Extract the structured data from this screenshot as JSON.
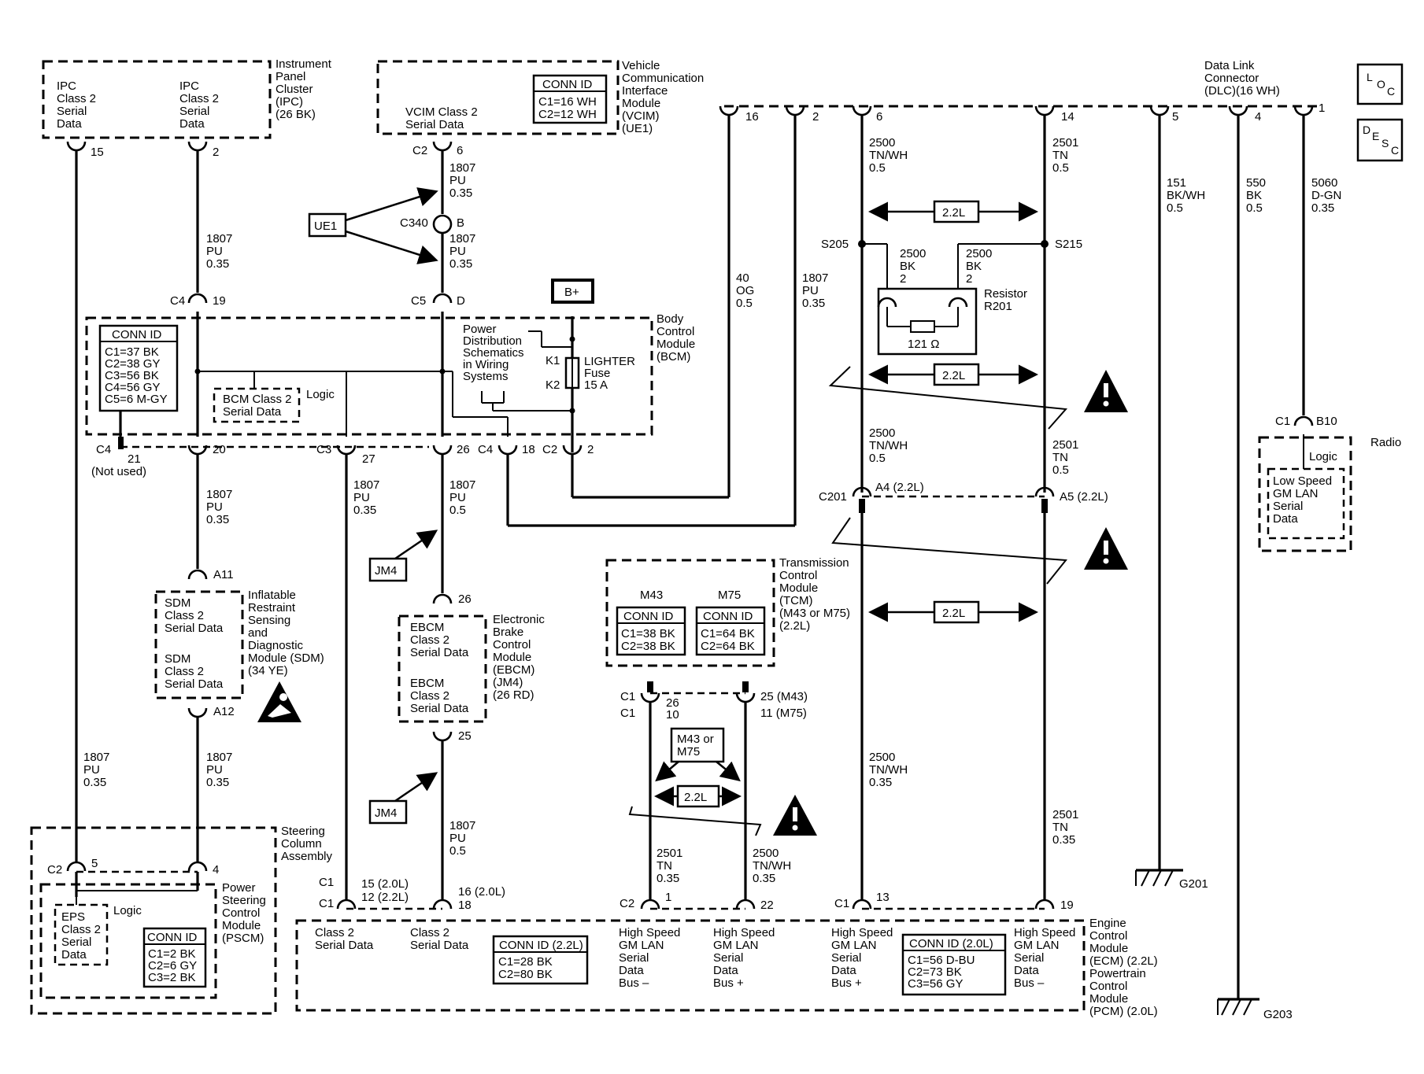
{
  "modules": {
    "ipc": {
      "name": [
        "Instrument",
        "Panel",
        "Cluster",
        "(IPC)",
        "(26 BK)"
      ],
      "left_signal": [
        "IPC",
        "Class 2",
        "Serial",
        "Data"
      ],
      "right_signal": [
        "IPC",
        "Class 2",
        "Serial",
        "Data"
      ]
    },
    "vcim": {
      "name": [
        "Vehicle",
        "Communication",
        "Interface",
        "Module",
        "(VCIM)",
        "(UE1)"
      ],
      "signal": [
        "VCIM Class 2",
        "Serial Data"
      ],
      "conn_id_title": "CONN ID",
      "conn_id": [
        "C1=16 WH",
        "C2=12 WH"
      ]
    },
    "dlc": {
      "name": [
        "Data Link",
        "Connector",
        "(DLC)(16 WH)"
      ]
    },
    "bcm": {
      "name": [
        "Body",
        "Control",
        "Module",
        "(BCM)"
      ],
      "conn_id_title": "CONN ID",
      "conn_id": [
        "C1=37 BK",
        "C2=38 GY",
        "C3=56 BK",
        "C4=56 GY",
        "C5=6 M-GY"
      ],
      "signal": [
        "BCM Class 2",
        "Serial Data"
      ],
      "logic": "Logic",
      "power_note": [
        "Power",
        "Distribution",
        "Schematics",
        "in Wiring",
        "Systems"
      ],
      "k1": "K1",
      "k2": "K2",
      "fuse": [
        "LIGHTER",
        "Fuse",
        "15 A"
      ],
      "bplus": "B+"
    },
    "sdm": {
      "name": [
        "Inflatable",
        "Restraint",
        "Sensing",
        "and",
        "Diagnostic",
        "Module (SDM)",
        "(34 YE)"
      ],
      "sig1": [
        "SDM",
        "Class 2",
        "Serial Data"
      ],
      "sig2": [
        "SDM",
        "Class 2",
        "Serial Data"
      ]
    },
    "ebcm": {
      "name": [
        "Electronic",
        "Brake",
        "Control",
        "Module",
        "(EBCM)",
        "(JM4)",
        "(26 RD)"
      ],
      "sig1": [
        "EBCM",
        "Class 2",
        "Serial Data"
      ],
      "sig2": [
        "EBCM",
        "Class 2",
        "Serial Data"
      ]
    },
    "tcm": {
      "name": [
        "Transmission",
        "Control",
        "Module",
        "(TCM)",
        "(M43 or M75)",
        "(2.2L)"
      ],
      "m43": "M43",
      "m75": "M75",
      "conn_id_title": "CONN ID",
      "m43_conn": [
        "C1=38 BK",
        "C2=38 BK"
      ],
      "m75_conn": [
        "C1=64 BK",
        "C2=64 BK"
      ],
      "option_note": [
        "M43 or",
        "M75"
      ]
    },
    "steering": {
      "name": [
        "Steering",
        "Column",
        "Assembly"
      ]
    },
    "pscm": {
      "name": [
        "Power",
        "Steering",
        "Control",
        "Module",
        "(PSCM)"
      ],
      "signal": [
        "EPS",
        "Class 2",
        "Serial",
        "Data"
      ],
      "logic": "Logic",
      "conn_id_title": "CONN ID",
      "conn_id": [
        "C1=2 BK",
        "C2=6 GY",
        "C3=2 BK"
      ]
    },
    "ecm": {
      "name": [
        "Engine",
        "Control",
        "Module",
        "(ECM) (2.2L)",
        "Powertrain",
        "Control",
        "Module",
        "(PCM) (2.0L)"
      ],
      "cls2a": [
        "Class 2",
        "Serial Data"
      ],
      "cls2b": [
        "Class 2",
        "Serial Data"
      ],
      "conn22_title": "CONN ID (2.2L)",
      "conn22": [
        "C1=28 BK",
        "C2=80 BK"
      ],
      "lan1": [
        "High Speed",
        "GM LAN",
        "Serial",
        "Data",
        "Bus –"
      ],
      "lan2": [
        "High Speed",
        "GM LAN",
        "Serial",
        "Data",
        "Bus +"
      ],
      "lan3": [
        "High Speed",
        "GM LAN",
        "Serial",
        "Data",
        "Bus +"
      ],
      "lan4": [
        "High Speed",
        "GM LAN",
        "Serial",
        "Data",
        "Bus –"
      ],
      "conn20_title": "CONN ID (2.0L)",
      "conn20": [
        "C1=56 D-BU",
        "C2=73 BK",
        "C3=56 GY"
      ]
    },
    "radio": {
      "name": "Radio",
      "logic": "Logic",
      "signal": [
        "Low Speed",
        "GM LAN",
        "Serial",
        "Data"
      ]
    },
    "resistor": {
      "name": [
        "Resistor",
        "R201"
      ],
      "value": "121 Ω"
    }
  },
  "wires": {
    "w1807_ipc": [
      "1807",
      "PU",
      "0.35"
    ],
    "w1807_vcim_a": [
      "1807",
      "PU",
      "0.35"
    ],
    "w1807_vcim_b": [
      "1807",
      "PU",
      "0.35"
    ],
    "w40": [
      "40",
      "OG",
      "0.5"
    ],
    "w1807_dlc2": [
      "1807",
      "PU",
      "0.35"
    ],
    "w2500_top": [
      "2500",
      "TN/WH",
      "0.5"
    ],
    "w2501_top": [
      "2501",
      "TN",
      "0.5"
    ],
    "w151": [
      "151",
      "BK/WH",
      "0.5"
    ],
    "w550": [
      "550",
      "BK",
      "0.5"
    ],
    "w5060": [
      "5060",
      "D-GN",
      "0.35"
    ],
    "w2500_bk": [
      "2500",
      "BK",
      "2"
    ],
    "w2500_bk2": [
      "2500",
      "BK",
      "2"
    ],
    "w2500_mid": [
      "2500",
      "TN/WH",
      "0.5"
    ],
    "w2501_mid": [
      "2501",
      "TN",
      "0.5"
    ],
    "w1807_bcm20": [
      "1807",
      "PU",
      "0.35"
    ],
    "w1807_bcm27": [
      "1807",
      "PU",
      "0.35"
    ],
    "w1807_bcm26": [
      "1807",
      "PU",
      "0.5"
    ],
    "w1807_sdm_l": [
      "1807",
      "PU",
      "0.35"
    ],
    "w1807_sdm_r": [
      "1807",
      "PU",
      "0.35"
    ],
    "w1807_ebcm": [
      "1807",
      "PU",
      "0.5"
    ],
    "w2501_tcm": [
      "2501",
      "TN",
      "0.35"
    ],
    "w2500_tcm": [
      "2500",
      "TN/WH",
      "0.35"
    ],
    "w2500_ecm": [
      "2500",
      "TN/WH",
      "0.35"
    ],
    "w2501_ecm": [
      "2501",
      "TN",
      "0.35"
    ]
  },
  "pins": {
    "ipc_15": "15",
    "ipc_2": "2",
    "vcim_c2": "C2",
    "vcim_6": "6",
    "c340": "C340",
    "c340_b": "B",
    "dlc_16": "16",
    "dlc_2": "2",
    "dlc_6": "6",
    "dlc_14": "14",
    "dlc_5": "5",
    "dlc_4": "4",
    "dlc_1": "1",
    "bcm_c4_top": "C4",
    "bcm_19": "19",
    "bcm_c5": "C5",
    "bcm_d": "D",
    "bcm_c4_bot": "C4",
    "bcm_21": "21",
    "not_used": "(Not used)",
    "bcm_20": "20",
    "bcm_c3": "C3",
    "bcm_27": "27",
    "bcm_26": "26",
    "bcm_c4_18": "C4",
    "bcm_18": "18",
    "bcm_c2": "C2",
    "bcm_2": "2",
    "s205": "S205",
    "s215": "S215",
    "c201": "C201",
    "a4": "A4 (2.2L)",
    "a5": "A5 (2.2L)",
    "radio_c1": "C1",
    "radio_b10": "B10",
    "sdm_a11": "A11",
    "sdm_a12": "A12",
    "ebcm_26": "26",
    "ebcm_25": "25",
    "tcm_c1a": "C1",
    "tcm_c1b": "C1",
    "tcm_26": "26",
    "tcm_10": "10",
    "tcm_25": "25 (M43)",
    "tcm_11": "11 (M75)",
    "steer_c2": "C2",
    "steer_5": "5",
    "steer_4": "4",
    "ecm_c1a": "C1",
    "ecm_c1b": "C1",
    "ecm_15": "15 (2.0L)",
    "ecm_12": "12 (2.2L)",
    "ecm_16": "16 (2.0L)",
    "ecm_18": "18",
    "ecm_c2": "C2",
    "ecm_1": "1",
    "ecm_22": "22",
    "ecm_c1c": "C1",
    "ecm_13": "13",
    "ecm_19": "19",
    "g201": "G201",
    "g203": "G203"
  },
  "tags": {
    "ue1": "UE1",
    "jm4_a": "JM4",
    "jm4_b": "JM4",
    "len_top": "2.2L",
    "len_mid": "2.2L",
    "len_tcm": "2.2L",
    "len_m43": "2.2L",
    "loc": [
      "L",
      "O",
      "C"
    ],
    "desc": [
      "D",
      "E",
      "S",
      "C"
    ]
  }
}
